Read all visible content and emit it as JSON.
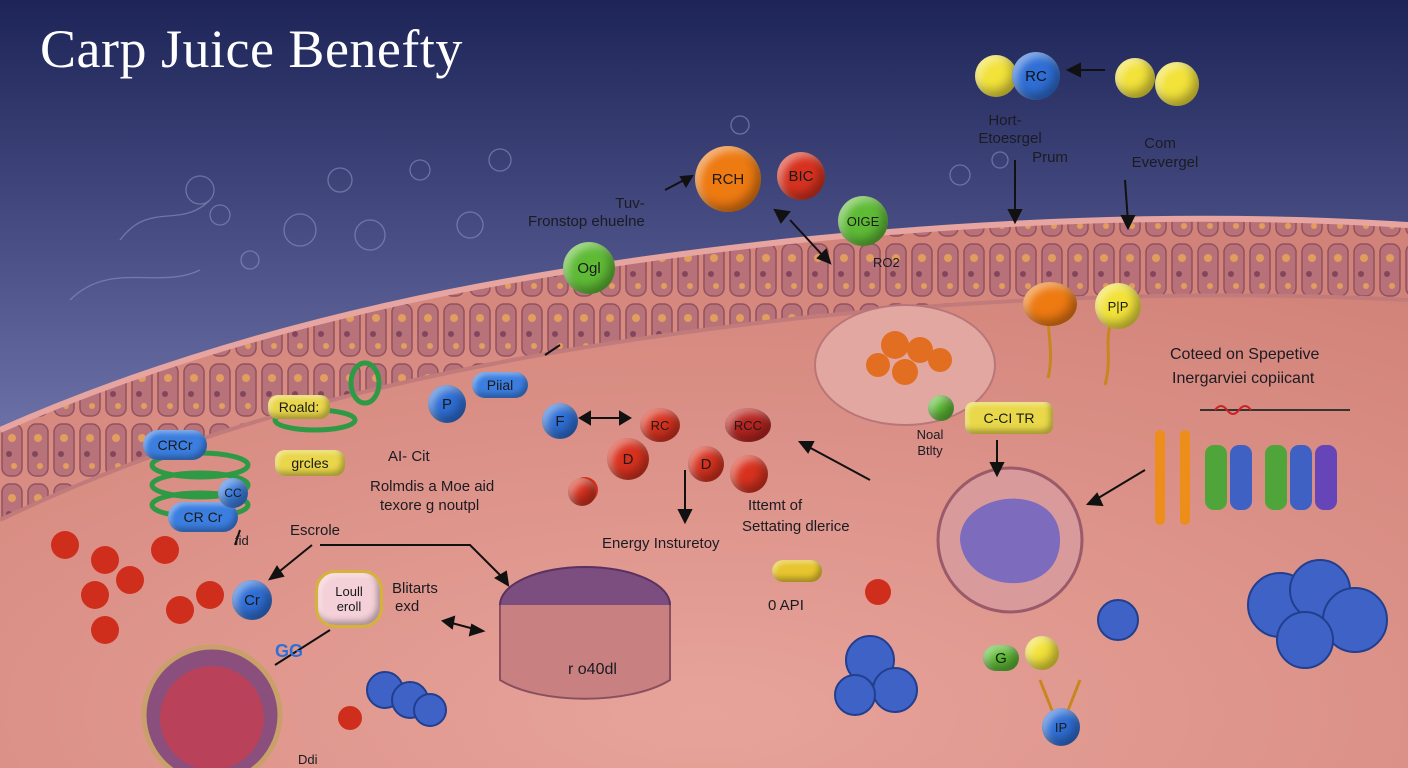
{
  "title": "Carp Juice Benefty",
  "molecules": {
    "rc_top": "RC",
    "rch": "RCH",
    "bic": "BIC",
    "ogl": "Ogl",
    "oge": "OIGE",
    "p_blue": "P",
    "pial": "Piial",
    "f_blue": "F",
    "crcr_a": "CRCr",
    "crcr_b": "CR Cr",
    "cc_small": "CC",
    "cr_blue": "Cr",
    "rc_red": "RC",
    "rcc_red": "RCC",
    "d_red_a": "D",
    "d_red_b": "D",
    "gg": "GG",
    "g_green": "G",
    "ip_blue": "IP",
    "p_yellow": "P|P",
    "ctr_label": "C-CI TR",
    "roald": "Roald:",
    "grids": "grcles",
    "loull": "Loull\neroll"
  },
  "labels": {
    "tuv": "Tuv-",
    "fronstop": "Fronstop ehuelne",
    "hort": "Hort-",
    "etoesrgel": "Etoesrgel",
    "prum": "Prum",
    "com": "Com",
    "evevergel": "Evevergel",
    "roz": "RO2",
    "ai_cit": "AI- Cit",
    "rolmdis": "Rolmdis a Moe aid",
    "texore": "texore g noutpl",
    "escrole": "Escrole",
    "fid": "fid",
    "blitarts": "Blitarts",
    "exd": "exd",
    "energy": "Energy Insturetoy",
    "ittemt": "Ittemt of",
    "settating": "Settating dlerice",
    "oapi": "0 API",
    "noal": "Noal",
    "blty": "Btlty",
    "coteed": "Coteed on Spepetive",
    "inergarviei": "Inergarviei copiicant",
    "ro40dl": "r o40dl",
    "bottom_dd": "Ddi"
  },
  "colors": {
    "sky_top": "#1d2457",
    "sky_bottom": "#8d91bf",
    "tissue": "#d98c86",
    "membrane": "#a86a72",
    "red_mol": "#d8321f",
    "orange_mol": "#ee7a12",
    "green_mol": "#5fbb36",
    "blue_mol": "#2f6fd6",
    "yellow_mol": "#f2e23a"
  }
}
